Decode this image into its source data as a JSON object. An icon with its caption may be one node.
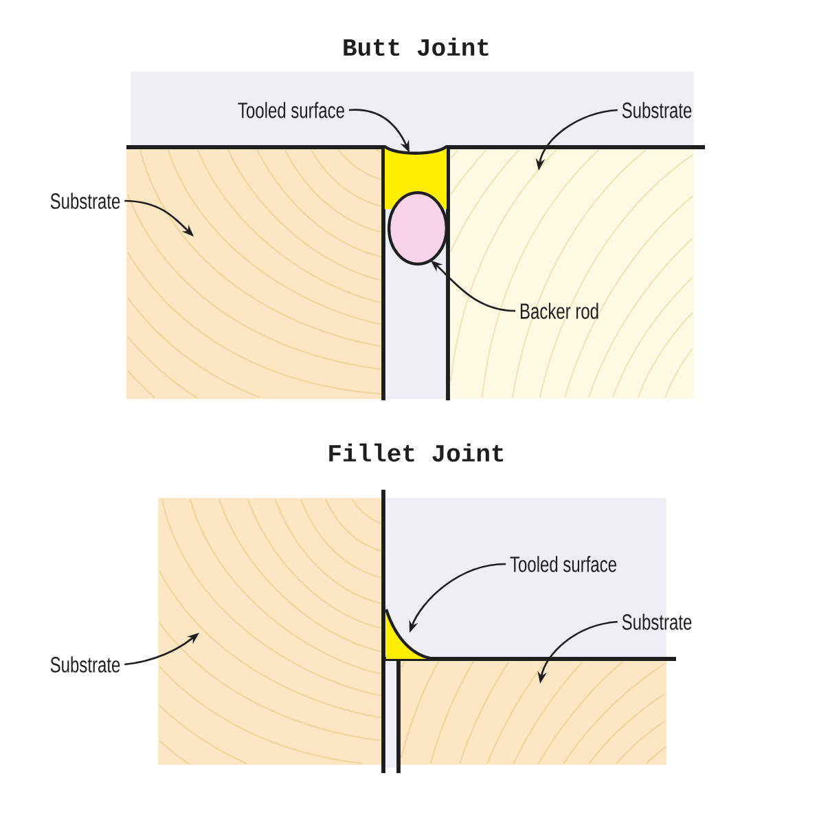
{
  "diagram": {
    "nodes": [
      {
        "text": [
          "Tooled surface"
        ]
      },
      {
        "text": [
          "Substrate"
        ]
      },
      {
        "text": [
          "Substrate"
        ]
      },
      {
        "text": [],
        "shape": "box"
      },
      {
        "text": [],
        "shape": "box"
      },
      {
        "text": [],
        "shape": "box"
      },
      {
        "text": [],
        "shape": "circle"
      },
      {
        "text": [
          "Backer rod"
        ],
        "in": 5
      },
      {
        "text": [
          "Tooled surface"
        ]
      },
      {
        "text": [
          "Substrate"
        ]
      },
      {
        "text": [
          "Substrate"
        ]
      },
      {
        "text": [],
        "shape": "box"
      },
      {
        "text": [],
        "shape": "triangle"
      },
      {
        "text": [],
        "shape": "box"
      }
    ],
    "edges": [
      {
        "from": 0,
        "to": 4,
        "arrow": "to"
      },
      {
        "from": 1,
        "to": 5,
        "arrow": "to"
      },
      {
        "from": 2,
        "to": 3,
        "arrow": "to"
      },
      {
        "from": 7,
        "to": 6,
        "arrow": "to"
      },
      {
        "from": 8,
        "to": 12,
        "arrow": "to"
      },
      {
        "from": 9,
        "to": 13,
        "arrow": "to"
      },
      {
        "from": 10,
        "to": 11,
        "arrow": "to"
      }
    ],
    "labels": [
      "Butt Joint",
      "Fillet Joint"
    ]
  }
}
